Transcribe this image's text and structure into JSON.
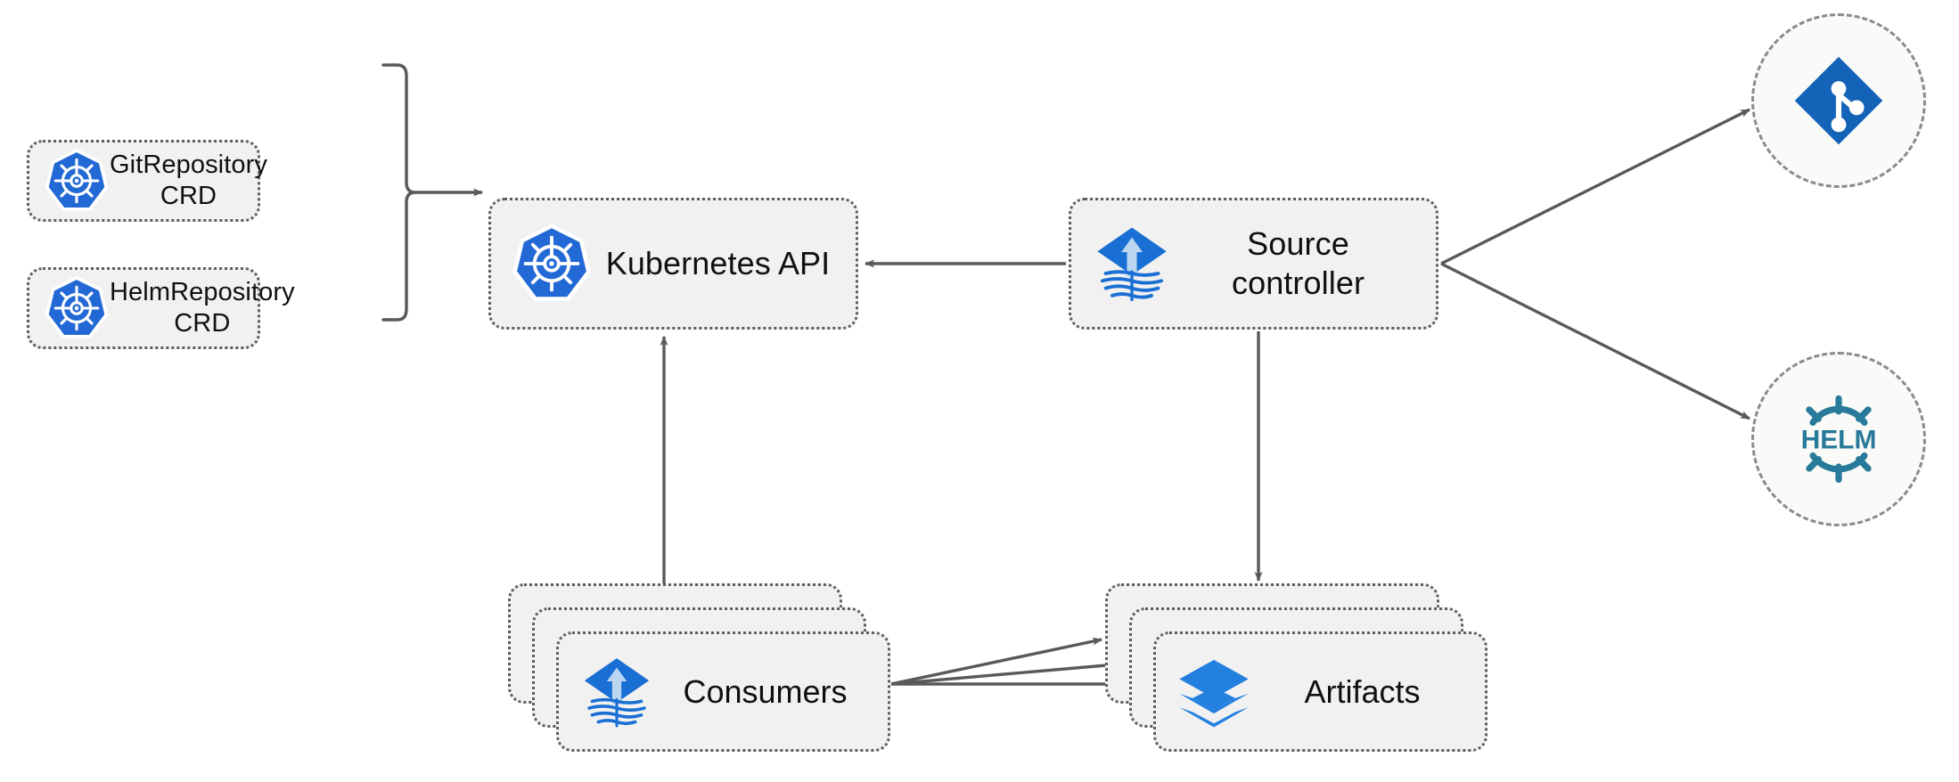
{
  "diagram": {
    "title": "Flux source-controller architecture",
    "background_color": "#ffffff",
    "node_fill": "#f1f1f1",
    "node_border_color": "#5e5e5e",
    "edge_color": "#595959",
    "accent_blue": "#1a73d4",
    "kubernetes_blue": "#2269d6",
    "helm_teal": "#277a9a",
    "git_blue": "#1364b8"
  },
  "nodes": {
    "crd_git": {
      "label": "GitRepository\nCRD",
      "icon": "kubernetes-icon"
    },
    "crd_helm": {
      "label": "HelmRepository\nCRD",
      "icon": "kubernetes-icon"
    },
    "kubernetes_api": {
      "label": "Kubernetes API",
      "icon": "kubernetes-icon"
    },
    "source_controller": {
      "label": "Source\ncontroller",
      "icon": "flux-icon"
    },
    "consumers": {
      "label": "Consumers",
      "icon": "flux-icon",
      "card_count": 3
    },
    "artifacts": {
      "label": "Artifacts",
      "icon": "layers-icon",
      "card_count": 3
    },
    "git_repo": {
      "label": "",
      "icon": "git-icon"
    },
    "helm_repo": {
      "label": "HELM",
      "icon": "helm-icon"
    }
  },
  "edges": [
    {
      "id": "crds-to-api",
      "from": "crd-bracket",
      "to": "kubernetes-api",
      "style": "solid-arrow"
    },
    {
      "id": "source-to-api",
      "from": "source-controller",
      "to": "kubernetes-api",
      "style": "solid-arrow"
    },
    {
      "id": "consumers-to-api",
      "from": "consumers",
      "to": "kubernetes-api",
      "style": "solid-arrow"
    },
    {
      "id": "source-to-git",
      "from": "source-controller",
      "to": "git-repo",
      "style": "solid-arrow"
    },
    {
      "id": "source-to-helm",
      "from": "source-controller",
      "to": "helm-repo",
      "style": "solid-arrow"
    },
    {
      "id": "source-to-artifacts",
      "from": "source-controller",
      "to": "artifacts",
      "style": "solid-arrow"
    },
    {
      "id": "consumers-to-artifacts-1",
      "from": "consumers",
      "to": "artifacts-card-1",
      "style": "solid-arrow"
    },
    {
      "id": "consumers-to-artifacts-2",
      "from": "consumers",
      "to": "artifacts-card-2",
      "style": "solid-arrow"
    },
    {
      "id": "consumers-to-artifacts-3",
      "from": "consumers",
      "to": "artifacts-card-3",
      "style": "solid-arrow"
    }
  ]
}
